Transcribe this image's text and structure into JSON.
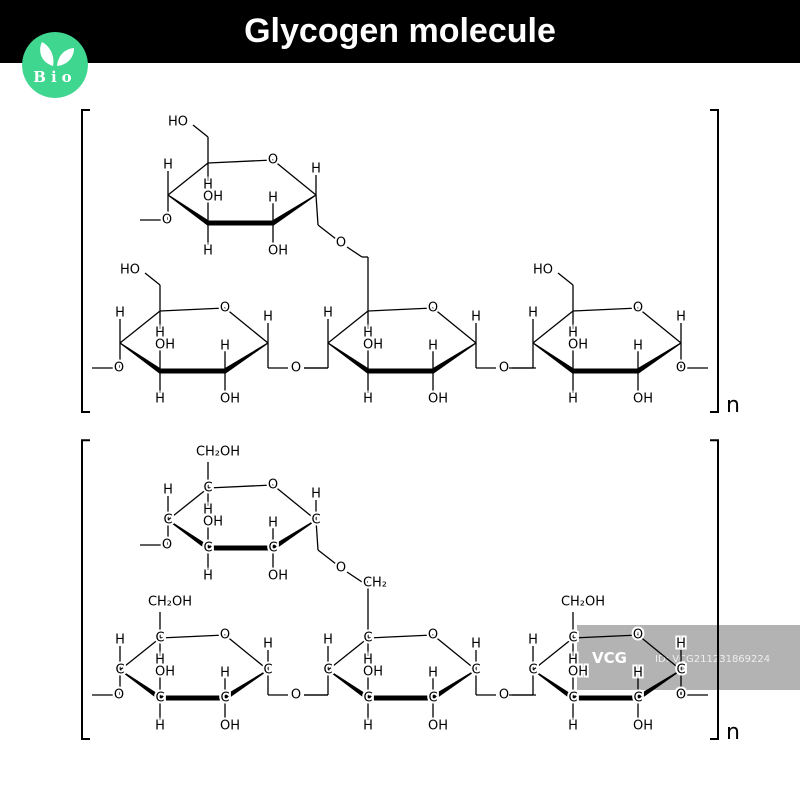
{
  "title": "Glycogen molecule",
  "logo": {
    "text": "Bio",
    "color": "#3fd68f"
  },
  "atoms": {
    "H": "H",
    "OH": "OH",
    "HO": "HO",
    "O": "O",
    "C": "C",
    "CH2OH": "CH₂OH",
    "CH2": "CH₂"
  },
  "repeat_label": "n",
  "diagrams": [
    {
      "name": "skeletal-formula",
      "carbon_labels": false
    },
    {
      "name": "haworth-formula-with-carbons",
      "carbon_labels": true
    }
  ],
  "watermark": {
    "logo": "VCG",
    "id": "ID: VCG211231869224",
    "color": "#999999"
  }
}
